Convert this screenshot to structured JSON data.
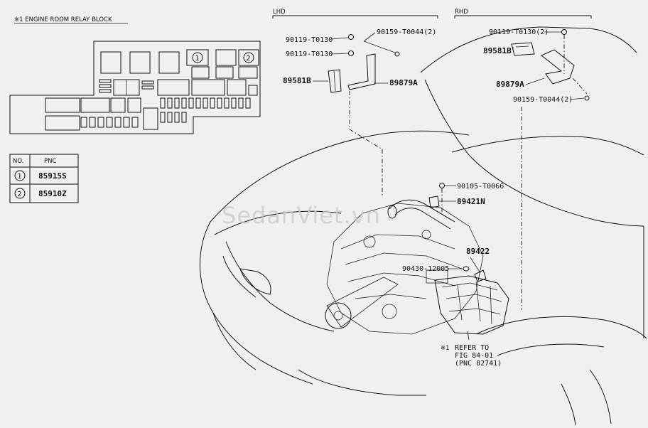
{
  "relay_block": {
    "title": "※1 ENGINE ROOM RELAY BLOCK",
    "circle_1": "1",
    "circle_2": "2"
  },
  "pnc_table": {
    "col_no": "NO.",
    "col_pnc": "PNC",
    "rows": [
      {
        "no": "1",
        "pnc": "85915S"
      },
      {
        "no": "2",
        "pnc": "85910Z"
      }
    ]
  },
  "lhd": {
    "title": "LHD",
    "p_90119_a": "90119-T0130",
    "p_90159": "90159-T0044(2)",
    "p_90119_b": "90119-T0130",
    "p_89581B": "89581B",
    "p_89879A": "89879A"
  },
  "rhd": {
    "title": "RHD",
    "p_90119": "90119-T0130(2)",
    "p_89581B": "89581B",
    "p_89879A": "89879A",
    "p_90159": "90159-T0044(2)"
  },
  "engine": {
    "p_90105": "90105-T0066",
    "p_89421N": "89421N",
    "p_89422": "89422",
    "p_90430": "90430-12005"
  },
  "note": {
    "mark": "※1",
    "line1": "REFER TO",
    "line2": "FIG 84-01",
    "line3": "(PNC 82741)"
  },
  "watermark": "SedanViet.vn"
}
